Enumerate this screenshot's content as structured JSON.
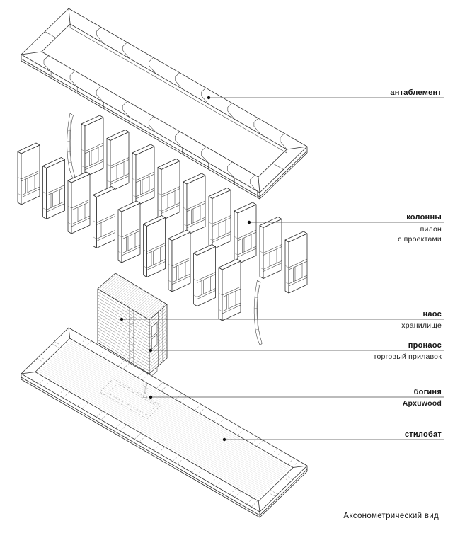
{
  "colors": {
    "background": "#ffffff",
    "ink": "#141414",
    "line": "#2e2e2e",
    "hatch": "#9a9a9a"
  },
  "caption": "Аксонометрический вид",
  "callouts": [
    {
      "id": "entablature",
      "title": "антаблемент",
      "subs": []
    },
    {
      "id": "columns",
      "title": "колонны",
      "subs": [
        "пилон",
        "с проектами"
      ]
    },
    {
      "id": "naos",
      "title": "наос",
      "subs": [
        "хранилище"
      ]
    },
    {
      "id": "pronaos",
      "title": "пронаос",
      "subs": [
        "торговый прилавок"
      ]
    },
    {
      "id": "goddess",
      "title": "богиня",
      "subs": [
        "Apxuwood"
      ]
    },
    {
      "id": "stylobate",
      "title": "стилобат",
      "subs": []
    }
  ],
  "diagram": {
    "type": "exploded-axonometric",
    "components": [
      {
        "label": "антаблемент"
      },
      {
        "label": "колонны",
        "sublabel": "пилон с проектами"
      },
      {
        "label": "наос",
        "sublabel": "хранилище"
      },
      {
        "label": "пронаос",
        "sublabel": "торговый прилавок"
      },
      {
        "label": "богиня",
        "sublabel": "Apxuwood"
      },
      {
        "label": "стилобат"
      }
    ]
  }
}
